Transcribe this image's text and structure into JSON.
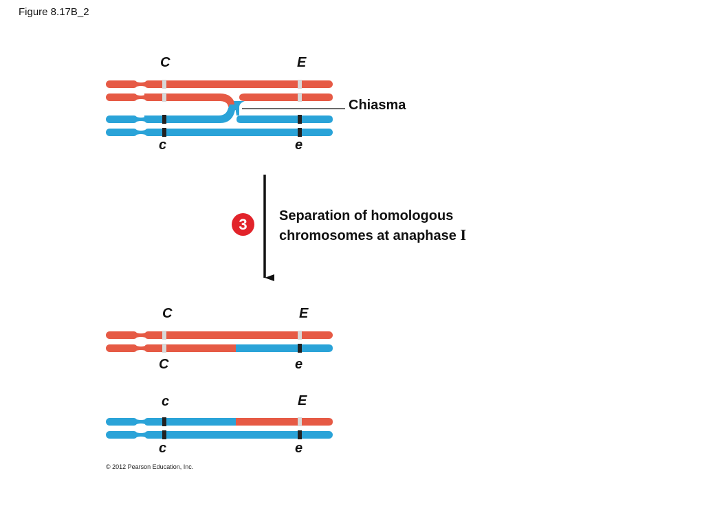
{
  "figure_label": "Figure 8.17B_2",
  "copyright": "© 2012 Pearson Education, Inc.",
  "colors": {
    "maternal": "#e65a45",
    "paternal": "#2aa3d8",
    "badge": "#e2232a"
  },
  "top_pair": {
    "upper_labels": [
      "C",
      "E"
    ],
    "lower_labels": [
      "c",
      "e"
    ],
    "chiasma_label": "Chiasma"
  },
  "step": {
    "number": "3",
    "text_line1": "Separation of homologous",
    "text_line2": "chromosomes at anaphase ",
    "roman": "I"
  },
  "result_red": {
    "upper_labels": [
      "C",
      "E"
    ],
    "lower_labels": [
      "C",
      "e"
    ]
  },
  "result_blue": {
    "upper_labels": [
      "c",
      "E"
    ],
    "lower_labels": [
      "c",
      "e"
    ]
  }
}
